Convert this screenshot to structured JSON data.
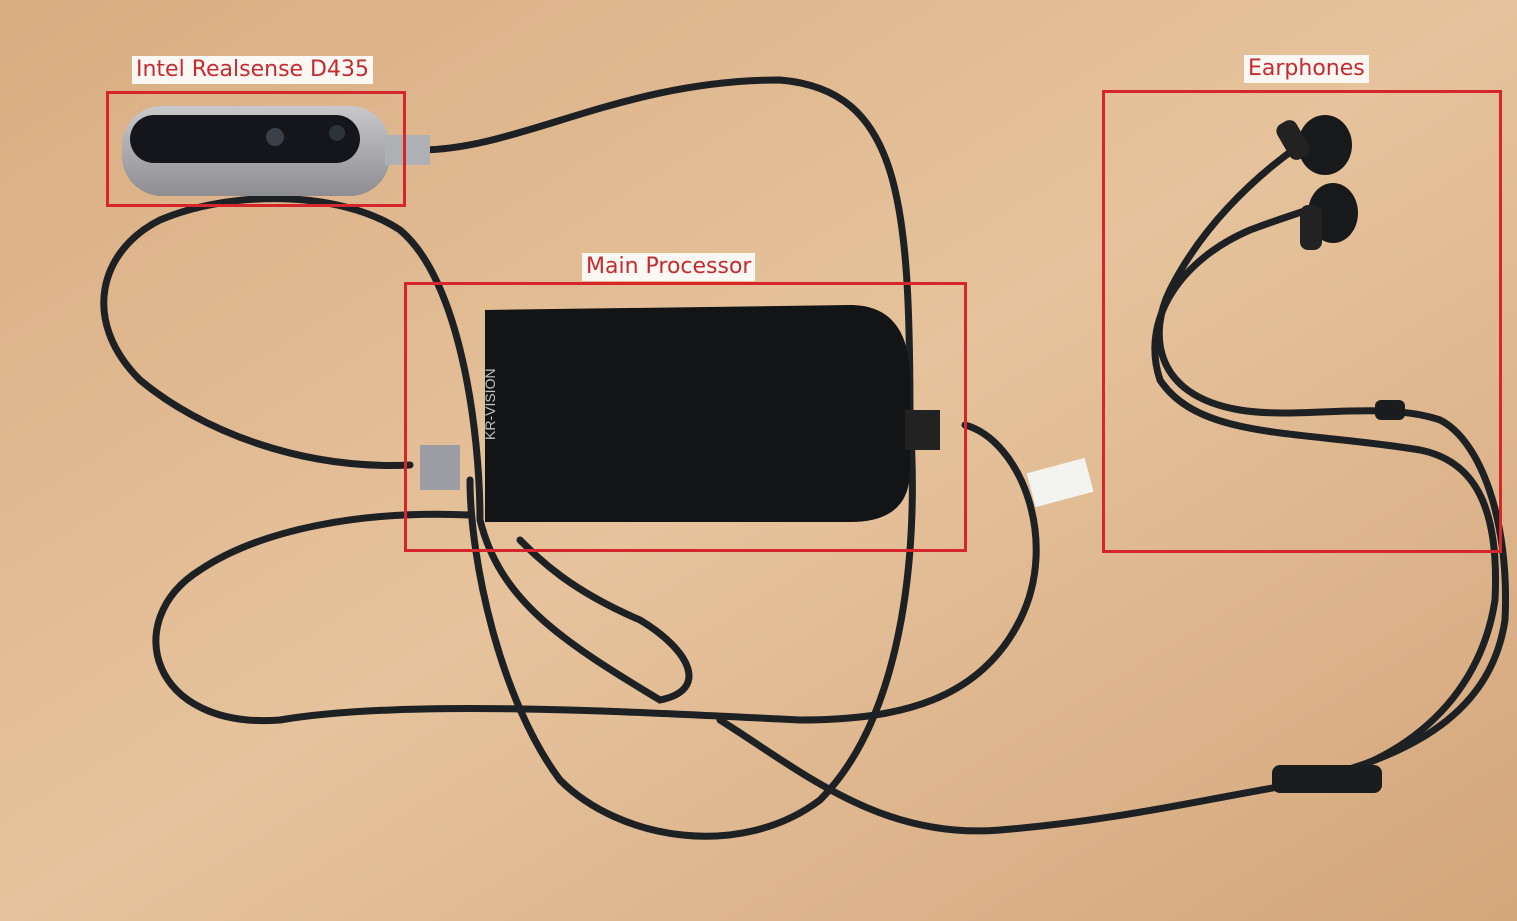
{
  "annotations": [
    {
      "label": "Intel Realsense D435",
      "color": "#d6262b"
    },
    {
      "label": "Main Processor",
      "color": "#d6262b"
    },
    {
      "label": "Earphones",
      "color": "#d6262b"
    }
  ],
  "device_branding": "KR-VISION"
}
